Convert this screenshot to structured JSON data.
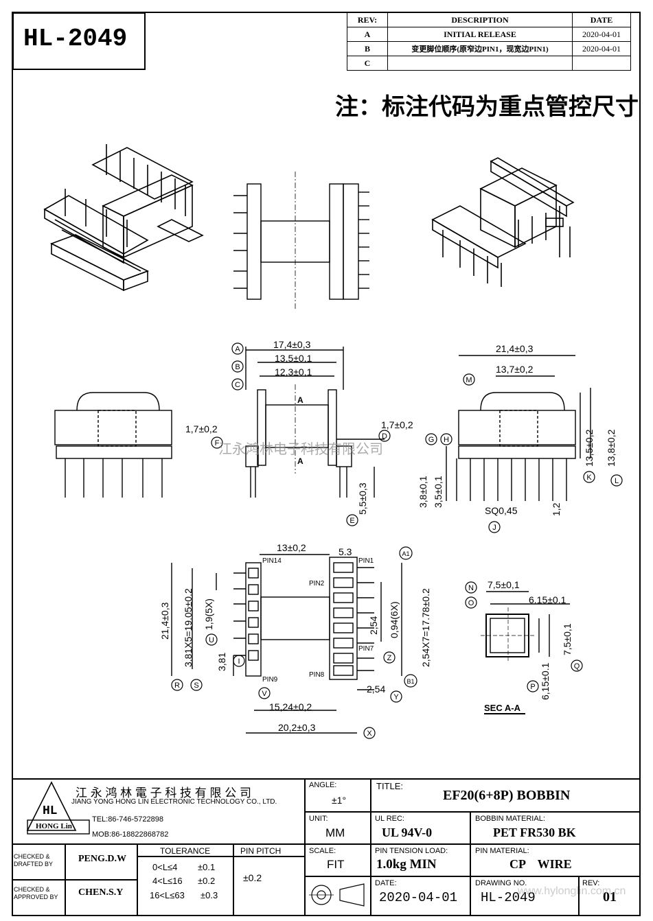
{
  "part_no": "HL-2049",
  "revision_table": {
    "headers": {
      "rev": "REV:",
      "description": "DESCRIPTION",
      "date": "DATE"
    },
    "rows": [
      {
        "rev": "A",
        "description": "INITIAL RELEASE",
        "date": "2020-04-01"
      },
      {
        "rev": "B",
        "description": "变更脚位顺序(原窄边PIN1，现宽边PIN1)",
        "date": "2020-04-01"
      },
      {
        "rev": "C",
        "description": "",
        "date": ""
      }
    ]
  },
  "note": "注：标注代码为重点管控尺寸",
  "watermark": "江永鸿林电子科技有限公司",
  "dimensions": {
    "side": {
      "A": "17,4±0,3",
      "B": "13,5±0,1",
      "C": "12,3±0,1",
      "F": "1,7±0,2",
      "D": "1,7±0,2",
      "E": "5,5±0,3",
      "section_mark": "A"
    },
    "end": {
      "width": "21,4±0,3",
      "M": "13,7±0,2",
      "K": "13,5±0,2",
      "L": "13,8±0,2",
      "G": "3,8±0,1",
      "H": "3,5±0,1",
      "J": "SQ0,45",
      "pin_step": "1,2"
    },
    "bottom": {
      "top_span": "13±0,2",
      "top_small": "5.3",
      "R": "21,4±0,3",
      "S": "3.81X5=19.05±0.2",
      "U": "1,9(5X)",
      "I": "3,81",
      "A1": "0,94(6X)",
      "B1": "2,54X7=17.78±0.2",
      "Z": "2,54",
      "Y": "2,54",
      "V": "15,24±0,2",
      "X": "20,2±0,3",
      "pins": [
        "PIN14",
        "PIN1",
        "PIN2",
        "PIN7",
        "PIN9",
        "PIN8"
      ]
    },
    "section": {
      "N": "7,5±0,1",
      "O": "6.15±0.1",
      "Q": "7,5±0,1",
      "P": "6,15±0.1",
      "label": "SEC A-A"
    }
  },
  "letters": [
    "A",
    "B",
    "C",
    "D",
    "E",
    "F",
    "G",
    "H",
    "I",
    "J",
    "K",
    "L",
    "M",
    "N",
    "O",
    "P",
    "Q",
    "R",
    "S",
    "U",
    "V",
    "X",
    "Y",
    "Z",
    "A1",
    "B1"
  ],
  "title_block": {
    "company_cn": "江 永 鸿 林 電 子 科 技 有 限 公 司",
    "company_en": "JIANG YONG HONG LIN ELECTRONIC TECHNOLOGY CO., LTD.",
    "logo_text": "HL",
    "logo_sub": "HONG Lin",
    "tel": "TEL:86-746-5722898",
    "mob": "MOB:86-18822868782",
    "angle_label": "ANGLE:",
    "angle": "±1°",
    "title_label": "TITLE:",
    "title": "EF20(6+8P) BOBBIN",
    "unit_label": "UNIT:",
    "unit": "MM",
    "ul_label": "UL REC:",
    "ul": "UL 94V-0",
    "bobbin_mat_label": "BOBBIN MATERIAL:",
    "bobbin_mat": "PET FR530 BK",
    "scale_label": "SCALE:",
    "scale": "FIT",
    "tension_label": "PIN TENSION LOAD:",
    "tension": "1.0kg MIN",
    "pin_mat_label": "PIN MATERIAL:",
    "pin_mat": "CP    WIRE",
    "date_label": "DATE:",
    "date": "2020-04-01",
    "drawing_label": "DRAWING NO.",
    "drawing": "HL-2049",
    "rev_label": "REV:",
    "rev": "01",
    "checked_drafted": "CHECKED &\nDRAFTED BY",
    "drafted_by": "PENG.D.W",
    "checked_approved": "CHECKED &\nAPPROVED BY",
    "approved_by": "CHEN.S.Y",
    "tolerance_label": "TOLERANCE",
    "tolerances": [
      {
        "range": "0<L≤4",
        "value": "±0.1"
      },
      {
        "range": "4<L≤16",
        "value": "±0.2"
      },
      {
        "range": "16<L≤63",
        "value": "±0.3"
      }
    ],
    "pin_pitch_label": "PIN PITCH",
    "pin_pitch": "±0.2",
    "website": "www.hylonglin.com.cn"
  }
}
